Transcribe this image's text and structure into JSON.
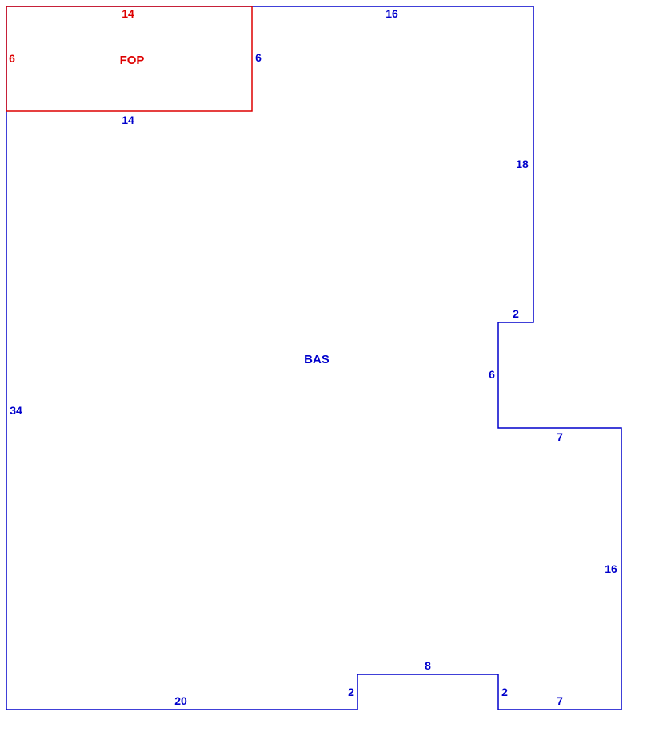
{
  "colors": {
    "main": "#0000cc",
    "porch": "#dd0000"
  },
  "areas": {
    "main": "BAS",
    "porch": "FOP"
  },
  "dimensions": {
    "porch_top": "14",
    "porch_left": "6",
    "porch_right": "6",
    "porch_bottom": "14",
    "top": "16",
    "right_upper": "18",
    "right_step_top": "2",
    "right_step_side": "6",
    "right_step_bottom": "7",
    "right_lower": "16",
    "bottom_right": "7",
    "bottom_notch_right": "2",
    "bottom_notch_top": "8",
    "bottom_notch_left": "2",
    "bottom_left": "20",
    "left": "34"
  }
}
